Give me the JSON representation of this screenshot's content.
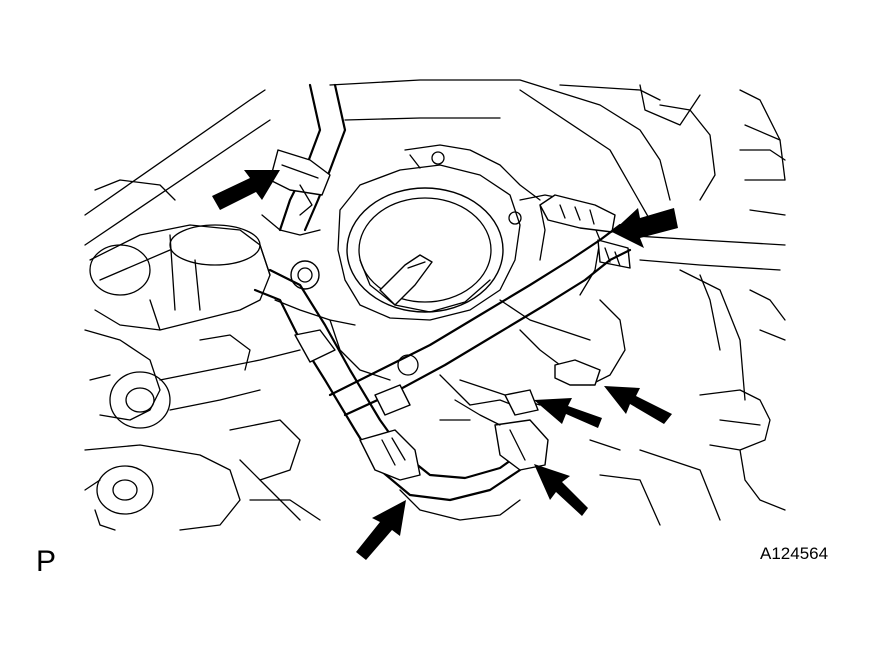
{
  "diagram": {
    "view_label": "P",
    "figure_id": "A124564",
    "colors": {
      "line": "#000000",
      "background": "#ffffff",
      "arrow": "#000000"
    },
    "arrows": [
      {
        "name": "arrow-upper-left-clamp",
        "direction": "right"
      },
      {
        "name": "arrow-upper-right-connector",
        "direction": "left"
      },
      {
        "name": "arrow-right-connector",
        "direction": "left"
      },
      {
        "name": "arrow-center-right-clamp",
        "direction": "left"
      },
      {
        "name": "arrow-lower-right-clamp",
        "direction": "up-left"
      },
      {
        "name": "arrow-lower-center-clamp",
        "direction": "up-right"
      }
    ]
  }
}
